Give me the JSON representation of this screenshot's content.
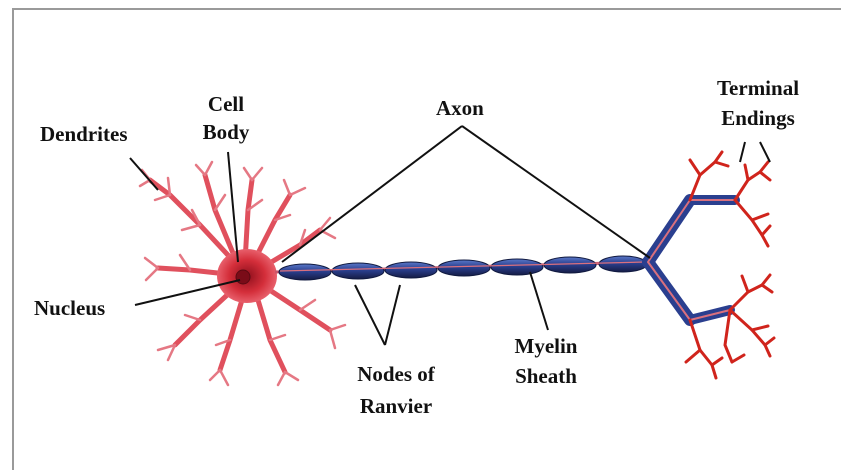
{
  "labels": {
    "dendrites": "Dendrites",
    "cell_body_line1": "Cell",
    "cell_body_line2": "Body",
    "axon": "Axon",
    "terminal_line1": "Terminal",
    "terminal_line2": "Endings",
    "nucleus": "Nucleus",
    "nodes_line1": "Nodes of",
    "nodes_line2": "Ranvier",
    "myelin_line1": "Myelin",
    "myelin_line2": "Sheath"
  },
  "colors": {
    "neuron_red": "#d42e3a",
    "neuron_light": "#e87b87",
    "myelin_blue": "#2a3f8f",
    "myelin_dark": "#1b2454",
    "terminal_red": "#d0241c",
    "line": "#111111"
  }
}
